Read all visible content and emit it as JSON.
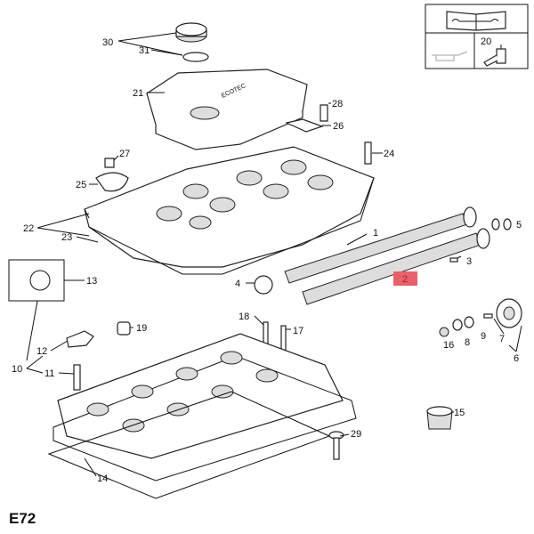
{
  "diagram_code": "E72",
  "highlight_color": "#e8606a",
  "legend_box": {
    "icons": [
      "repair-manual-icon",
      "oil-can-icon",
      "sealant-tube-icon"
    ],
    "sealant_ref": "20"
  },
  "callouts": {
    "c30": "30",
    "c31": "31",
    "c21": "21",
    "c28": "28",
    "c26": "26",
    "c27": "27",
    "c25": "25",
    "c24": "24",
    "c22": "22",
    "c23": "23",
    "c1": "1",
    "c5": "5",
    "c3": "3",
    "c2": "2",
    "c4": "4",
    "c13": "13",
    "c19": "19",
    "c18": "18",
    "c17": "17",
    "c12": "12",
    "c10": "10",
    "c11": "11",
    "c16": "16",
    "c8": "8",
    "c9": "9",
    "c7": "7",
    "c6": "6",
    "c15": "15",
    "c29": "29",
    "c14": "14"
  },
  "cover_logo_text": "ECOTEC"
}
